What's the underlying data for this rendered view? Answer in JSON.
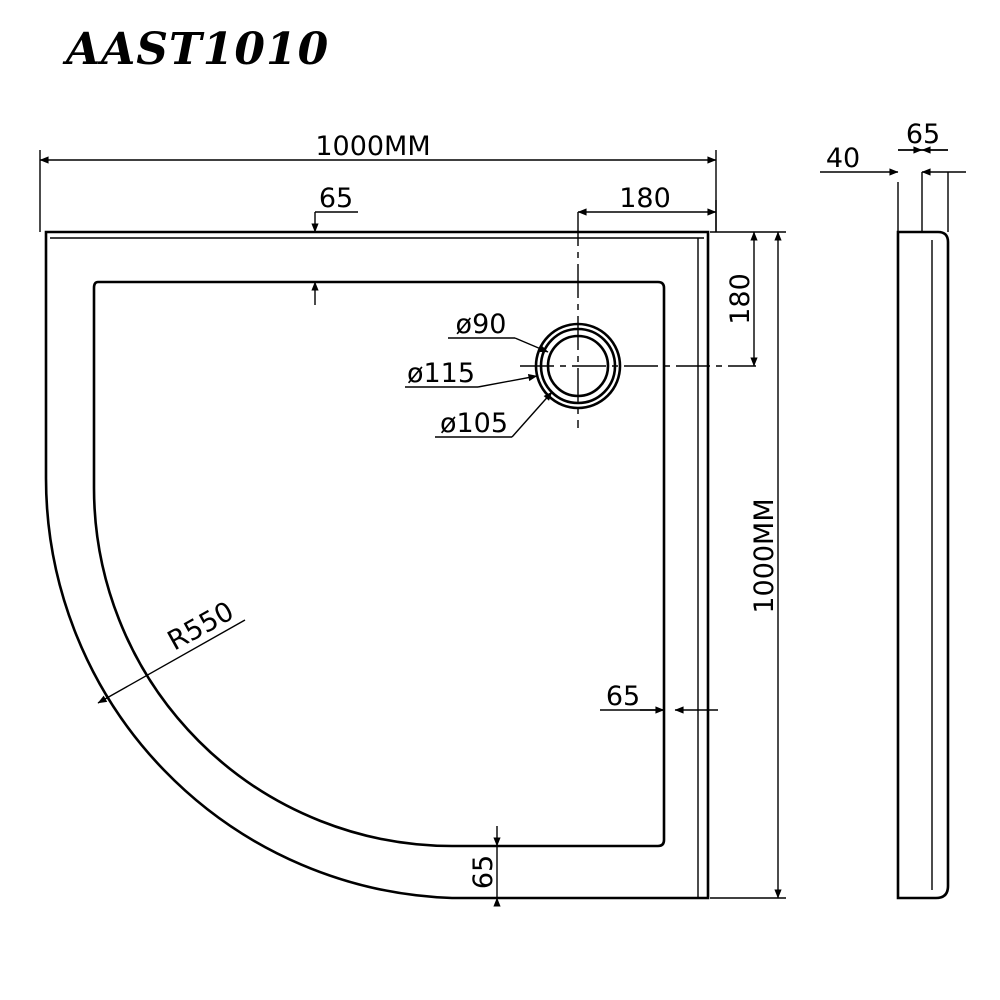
{
  "title": "AAST1010",
  "dimensions": {
    "overall_width": "1000MM",
    "overall_depth": "1000MM",
    "rim_top": "65",
    "rim_right": "65",
    "rim_bottom": "65",
    "waste_offset_x": "180",
    "waste_offset_y": "180",
    "waste_dia_inner": "ø90",
    "waste_dia_outer": "ø115",
    "waste_dia_mid": "ø105",
    "radius": "R550",
    "profile_height": "40",
    "profile_width": "65"
  }
}
